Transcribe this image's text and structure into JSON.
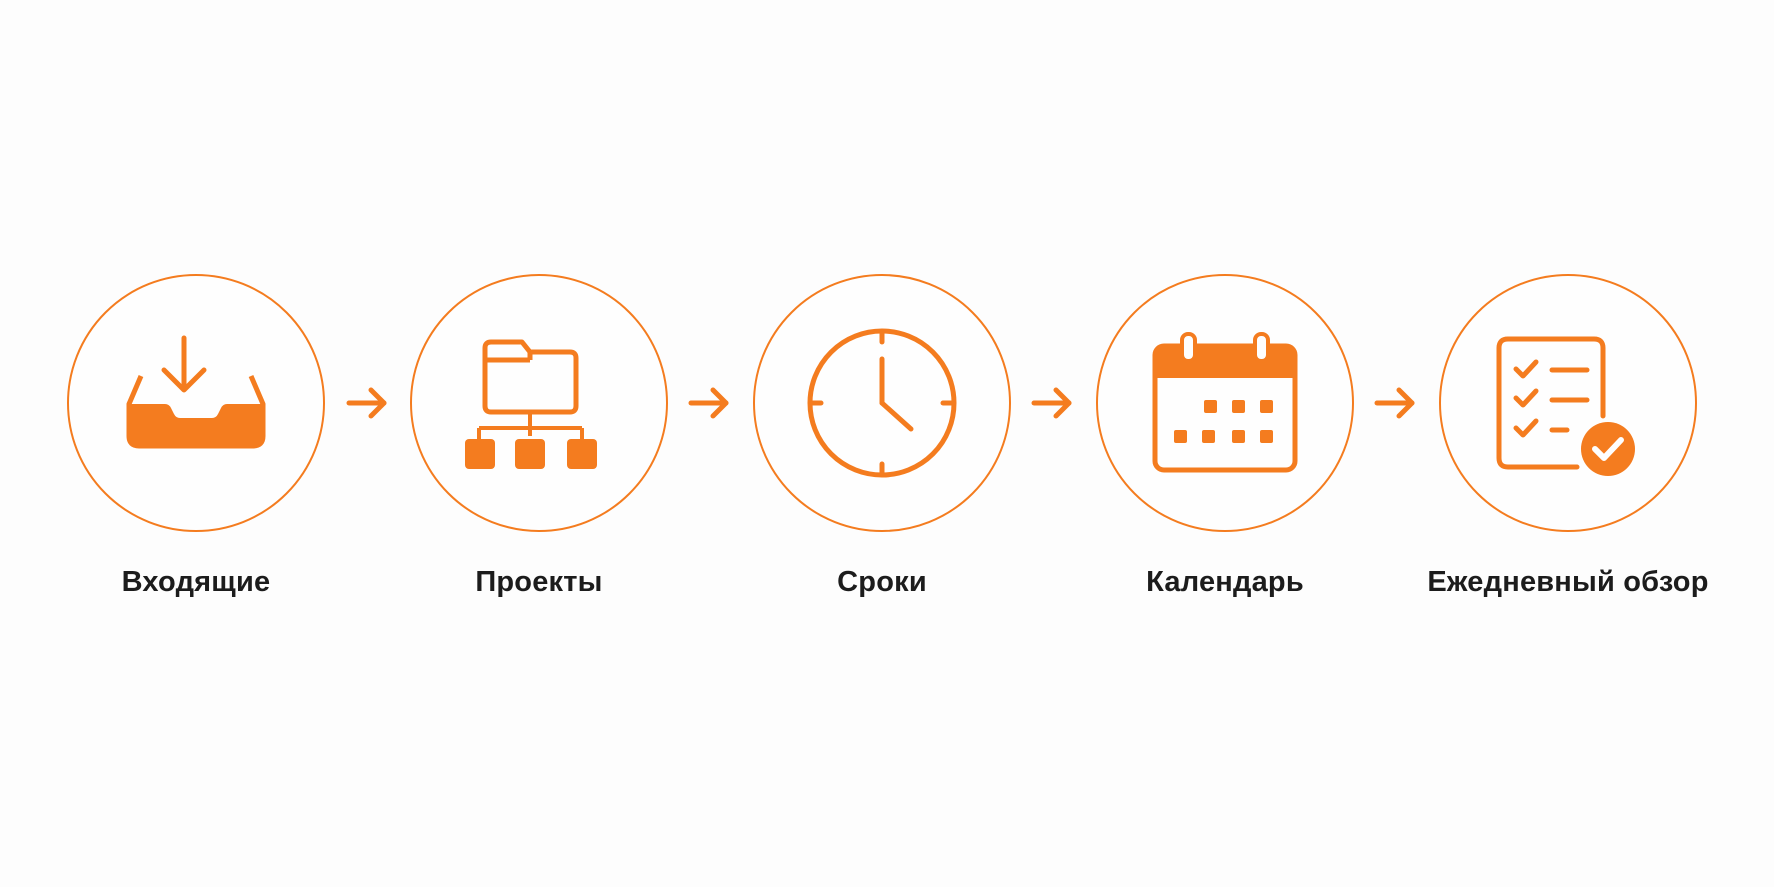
{
  "accent_color": "#f47c1f",
  "text_color": "#1c1c1c",
  "steps": [
    {
      "label": "Входящие",
      "icon": "inbox-tray-icon"
    },
    {
      "label": "Проекты",
      "icon": "folder-hierarchy-icon"
    },
    {
      "label": "Сроки",
      "icon": "clock-icon"
    },
    {
      "label": "Календарь",
      "icon": "calendar-icon"
    },
    {
      "label": "Ежедневный обзор",
      "icon": "checklist-review-icon"
    }
  ],
  "connector_icon": "arrow-right-icon"
}
